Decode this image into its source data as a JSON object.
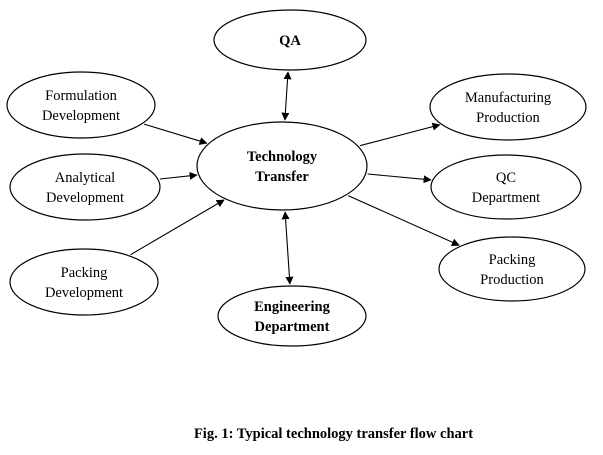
{
  "nodes": [
    {
      "id": "qa",
      "lines": [
        "QA"
      ],
      "bold": true
    },
    {
      "id": "formulation",
      "lines": [
        "Formulation",
        "Development"
      ],
      "bold": false
    },
    {
      "id": "analytical",
      "lines": [
        "Analytical",
        "Development"
      ],
      "bold": false
    },
    {
      "id": "packing-dev",
      "lines": [
        "Packing",
        "Development"
      ],
      "bold": false
    },
    {
      "id": "tech-transfer",
      "lines": [
        "Technology",
        "Transfer"
      ],
      "bold": true
    },
    {
      "id": "engineering",
      "lines": [
        "Engineering",
        "Department"
      ],
      "bold": true
    },
    {
      "id": "manufacturing",
      "lines": [
        "Manufacturing",
        "Production"
      ],
      "bold": false
    },
    {
      "id": "qc",
      "lines": [
        "QC",
        "Department"
      ],
      "bold": false
    },
    {
      "id": "packing-prod",
      "lines": [
        "Packing",
        "Production"
      ],
      "bold": false
    }
  ],
  "edges": [
    {
      "from": "formulation",
      "to": "tech-transfer",
      "direction": "forward"
    },
    {
      "from": "analytical",
      "to": "tech-transfer",
      "direction": "forward"
    },
    {
      "from": "packing-dev",
      "to": "tech-transfer",
      "direction": "forward"
    },
    {
      "from": "qa",
      "to": "tech-transfer",
      "direction": "both"
    },
    {
      "from": "engineering",
      "to": "tech-transfer",
      "direction": "both"
    },
    {
      "from": "tech-transfer",
      "to": "manufacturing",
      "direction": "forward"
    },
    {
      "from": "tech-transfer",
      "to": "qc",
      "direction": "forward"
    },
    {
      "from": "tech-transfer",
      "to": "packing-prod",
      "direction": "forward"
    }
  ],
  "caption": "Fig. 1: Typical technology transfer flow chart",
  "colors": {
    "stroke": "#000000",
    "fill": "#ffffff",
    "text": "#000000"
  }
}
